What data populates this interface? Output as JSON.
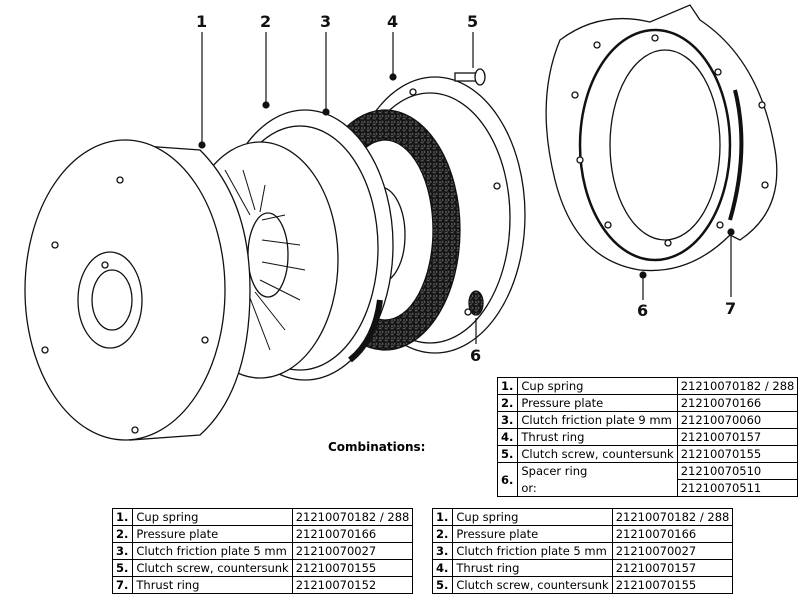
{
  "callouts": [
    "1",
    "2",
    "3",
    "4",
    "5",
    "6",
    "7",
    "6"
  ],
  "main_table": {
    "rows": [
      {
        "num": "1.",
        "desc": "Cup spring",
        "part": "21210070182 / 288"
      },
      {
        "num": "2.",
        "desc": "Pressure plate",
        "part": "21210070166"
      },
      {
        "num": "3.",
        "desc": "Clutch friction plate 9 mm",
        "part": "21210070060"
      },
      {
        "num": "4.",
        "desc": "Thrust ring",
        "part": "21210070157"
      },
      {
        "num": "5.",
        "desc": "Clutch screw, countersunk",
        "part": "21210070155"
      }
    ],
    "spacer": {
      "num": "6.",
      "desc": "Spacer ring",
      "part": "21210070510",
      "alt_desc": "or:",
      "alt_part": "21210070511"
    }
  },
  "combinations_label": "Combinations:",
  "combo_left": [
    {
      "num": "1.",
      "desc": "Cup spring",
      "part": "21210070182 / 288"
    },
    {
      "num": "2.",
      "desc": "Pressure plate",
      "part": "21210070166"
    },
    {
      "num": "3.",
      "desc": "Clutch friction plate 5 mm",
      "part": "21210070027"
    },
    {
      "num": "5.",
      "desc": "Clutch screw, countersunk",
      "part": "21210070155"
    },
    {
      "num": "7.",
      "desc": "Thrust ring",
      "part": "21210070152"
    }
  ],
  "combo_right": [
    {
      "num": "1.",
      "desc": "Cup spring",
      "part": "21210070182 / 288"
    },
    {
      "num": "2.",
      "desc": "Pressure plate",
      "part": "21210070166"
    },
    {
      "num": "3.",
      "desc": "Clutch friction plate 5 mm",
      "part": "21210070027"
    },
    {
      "num": "4.",
      "desc": "Thrust ring",
      "part": "21210070157"
    },
    {
      "num": "5.",
      "desc": "Clutch screw, countersunk",
      "part": "21210070155"
    }
  ]
}
